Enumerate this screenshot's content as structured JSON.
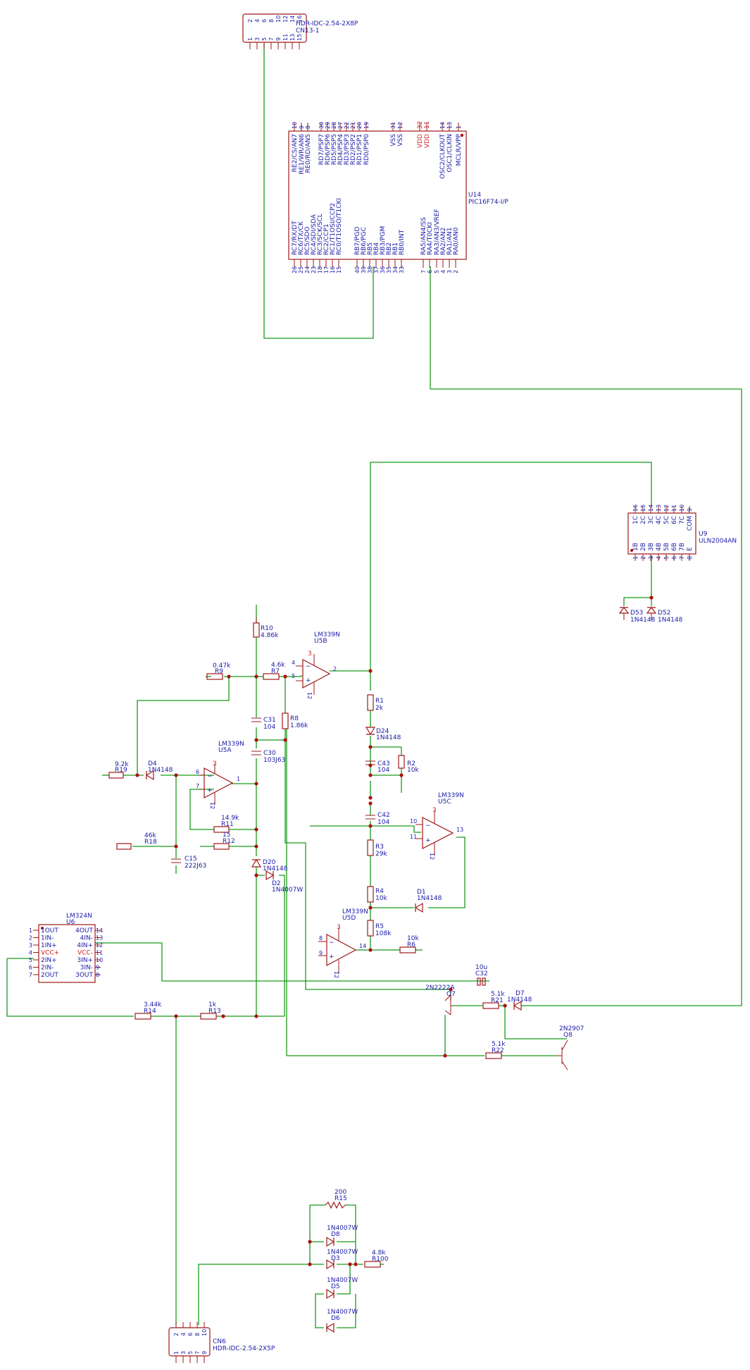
{
  "cn13": {
    "ref": "CN13-1",
    "part": "HDR-IDC-2.54-2X8P",
    "pins_top": [
      "2",
      "4",
      "6",
      "8",
      "10",
      "12",
      "14",
      "16"
    ],
    "pins_bottom": [
      "1",
      "3",
      "5",
      "7",
      "9",
      "11",
      "13",
      "15"
    ]
  },
  "u14": {
    "ref": "U14",
    "part": "PIC16F74-I/P",
    "top_pins": [
      "10",
      "9",
      "8",
      "30",
      "29",
      "28",
      "27",
      "22",
      "21",
      "20",
      "19",
      "31",
      "12",
      "32",
      "11",
      "14",
      "13",
      "1"
    ],
    "top_labels": [
      "RE2/CS/AN7",
      "RE1/WR/AN6",
      "RE0/RD/AN5",
      "RD7/PSP7",
      "RD6/PSP6",
      "RD5/PSP5",
      "RD4/PSP4",
      "RD3/PSP3",
      "RD2/PSP2",
      "RD1/PSP1",
      "RD0/PSP0",
      "VSS",
      "VSS",
      "VDD",
      "VDD",
      "OSC2/CLKOUT",
      "OSC1/CLKIN",
      "MCLR/VPP"
    ],
    "bottom_pins": [
      "26",
      "25",
      "24",
      "23",
      "18",
      "17",
      "16",
      "15",
      "40",
      "39",
      "38",
      "37",
      "36",
      "35",
      "34",
      "33",
      "7",
      "6",
      "5",
      "4",
      "3",
      "2"
    ],
    "bottom_labels": [
      "RC7/RX/DT",
      "RC6/TX/CK",
      "RC5/SDO",
      "RC4/SDI/SDA",
      "RC3/SCK/SCL",
      "RC2/CCP1",
      "RC1/T1OSI/CCP2",
      "RC0/T1OSO/T1CKI",
      "RB7/PGD",
      "RB6/PGC",
      "RB5",
      "RB4",
      "RB3/PGM",
      "RB2",
      "RB1",
      "RB0/INT",
      "RA5/AN4/SS",
      "RA4/T0CKI",
      "RA3/AN3/VREF",
      "RA2/AN2",
      "RA1/AN1",
      "RA0/AN0"
    ]
  },
  "u9": {
    "ref": "U9",
    "part": "ULN2004AN",
    "top_pins": [
      "16",
      "15",
      "14",
      "13",
      "12",
      "11",
      "10",
      "9"
    ],
    "top_labels": [
      "1C",
      "2C",
      "3C",
      "4C",
      "5C",
      "6C",
      "7C",
      "COM"
    ],
    "bottom_pins": [
      "1",
      "2",
      "3",
      "4",
      "5",
      "6",
      "7",
      "8"
    ],
    "bottom_labels": [
      "1B",
      "2B",
      "3B",
      "4B",
      "5B",
      "6B",
      "7B",
      "E"
    ]
  },
  "u5b": {
    "part": "LM339N",
    "ref": "U5B",
    "pin_vcc": "3",
    "pin_gnd": "12",
    "pin_in_minus": "4",
    "pin_in_plus": "5",
    "pin_out": "2"
  },
  "u5a": {
    "part": "LM339N",
    "ref": "U5A",
    "pin_vcc": "3",
    "pin_gnd": "12",
    "pin_in_minus": "6",
    "pin_in_plus": "7",
    "pin_out": "1"
  },
  "u5c": {
    "part": "LM339N",
    "ref": "U5C",
    "pin_vcc": "3",
    "pin_gnd": "12",
    "pin_in_minus": "10",
    "pin_in_plus": "11",
    "pin_out": "13"
  },
  "u5d": {
    "part": "LM339N",
    "ref": "U5D",
    "pin_vcc": "3",
    "pin_gnd": "12",
    "pin_in_minus": "8",
    "pin_in_plus": "9",
    "pin_out": "14"
  },
  "u6": {
    "part": "LM324N",
    "ref": "U6",
    "left_pins": [
      "1",
      "2",
      "3",
      "4",
      "5",
      "6",
      "7"
    ],
    "left_labels": [
      "1OUT",
      "1IN-",
      "1IN+",
      "VCC+",
      "2IN+",
      "2IN-",
      "2OUT"
    ],
    "right_pins": [
      "14",
      "13",
      "12",
      "11",
      "10",
      "9",
      "8"
    ],
    "right_labels": [
      "4OUT",
      "4IN-",
      "4IN+",
      "VCC-",
      "3IN+",
      "3IN-",
      "3OUT"
    ]
  },
  "resistors": {
    "r10": {
      "ref": "R10",
      "val": "4.86k"
    },
    "r9": {
      "ref": "R9",
      "val": "0.47k"
    },
    "r7": {
      "ref": "R7",
      "val": "4.6k"
    },
    "r8": {
      "ref": "R8",
      "val": "1.86k"
    },
    "r19": {
      "ref": "R19",
      "val": "9.2k"
    },
    "r18": {
      "ref": "R18",
      "val": "46k"
    },
    "r11": {
      "ref": "R11",
      "val": "14.9k"
    },
    "r12": {
      "ref": "R12",
      "val": "15"
    },
    "r1": {
      "ref": "R1",
      "val": "2k"
    },
    "r2": {
      "ref": "R2",
      "val": "10k"
    },
    "r3": {
      "ref": "R3",
      "val": "29k"
    },
    "r4": {
      "ref": "R4",
      "val": "10k"
    },
    "r5": {
      "ref": "R5",
      "val": "108k"
    },
    "r6": {
      "ref": "R6",
      "val": "10k"
    },
    "r14": {
      "ref": "R14",
      "val": "3.44k"
    },
    "r13": {
      "ref": "R13",
      "val": "1k"
    },
    "r21": {
      "ref": "R21",
      "val": "5.1k"
    },
    "r22": {
      "ref": "R22",
      "val": "5.1k"
    },
    "r15": {
      "ref": "R15",
      "val": "200"
    },
    "r100": {
      "ref": "R100",
      "val": "4.8k"
    }
  },
  "capacitors": {
    "c31": {
      "ref": "C31",
      "val": "104"
    },
    "c30": {
      "ref": "C30",
      "val": "103J63"
    },
    "c15": {
      "ref": "C15",
      "val": "222J63"
    },
    "c43": {
      "ref": "C43",
      "val": "104"
    },
    "c42": {
      "ref": "C42",
      "val": "104"
    },
    "c32": {
      "ref": "C32",
      "val": "10u"
    }
  },
  "diodes": {
    "d53": {
      "ref": "D53",
      "val": "1N4148"
    },
    "d52": {
      "ref": "D52",
      "val": "1N4148"
    },
    "d24": {
      "ref": "D24",
      "val": "1N4148"
    },
    "d4": {
      "ref": "D4",
      "val": "1N4148"
    },
    "d20": {
      "ref": "D20",
      "val": "1N4148"
    },
    "d2": {
      "ref": "D2",
      "val": "1N4007W"
    },
    "d1": {
      "ref": "D1",
      "val": "1N4148"
    },
    "d7": {
      "ref": "D7",
      "val": "1N4148"
    },
    "d8": {
      "ref": "D8",
      "val": "1N4007W"
    },
    "d3": {
      "ref": "D3",
      "val": "1N4007W"
    },
    "d5": {
      "ref": "D5",
      "val": "1N4007W"
    },
    "d6": {
      "ref": "D6",
      "val": "1N4007W"
    }
  },
  "transistors": {
    "q7": {
      "ref": "Q7",
      "part": "2N2222A"
    },
    "q8": {
      "ref": "Q8",
      "part": "2N2907"
    }
  },
  "cn6": {
    "ref": "CN6",
    "part": "HDR-IDC-2.54-2X5P",
    "pins_top": [
      "2",
      "4",
      "6",
      "8",
      "10"
    ],
    "pins_bottom": [
      "1",
      "3",
      "5",
      "7",
      "9"
    ]
  },
  "colors": {
    "wire": "#1a9a1a",
    "body": "#a01818",
    "text": "#1a1aa8",
    "power": "#cc2222",
    "junction": "#b01010"
  }
}
